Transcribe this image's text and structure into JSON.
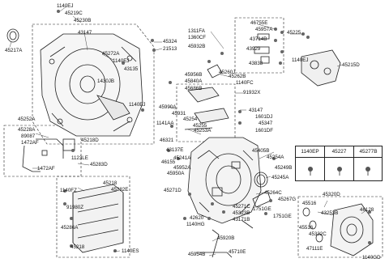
{
  "labels": [
    {
      "text": "1140EJ"
    },
    {
      "text": "45219C"
    },
    {
      "text": "45230B"
    },
    {
      "text": "45217A"
    },
    {
      "text": "43147"
    },
    {
      "text": "45272A"
    },
    {
      "text": "1140EJ"
    },
    {
      "text": "43135"
    },
    {
      "text": "1430JB"
    },
    {
      "text": "1140EJ"
    },
    {
      "text": "45324"
    },
    {
      "text": "21513"
    },
    {
      "text": "1311FA"
    },
    {
      "text": "1360CF"
    },
    {
      "text": "45932B"
    },
    {
      "text": "45956B"
    },
    {
      "text": "45840A"
    },
    {
      "text": "45686B"
    },
    {
      "text": "45260J"
    },
    {
      "text": "45262B"
    },
    {
      "text": "1140FC"
    },
    {
      "text": "91932X"
    },
    {
      "text": "46755E"
    },
    {
      "text": "45957A"
    },
    {
      "text": "43714B"
    },
    {
      "text": "43929"
    },
    {
      "text": "43838"
    },
    {
      "text": "45225"
    },
    {
      "text": "1140EJ"
    },
    {
      "text": "45215D"
    },
    {
      "text": "45990A"
    },
    {
      "text": "45931"
    },
    {
      "text": "45254"
    },
    {
      "text": "45255"
    },
    {
      "text": "43147"
    },
    {
      "text": "1601DJ"
    },
    {
      "text": "45347"
    },
    {
      "text": "1601DF"
    },
    {
      "text": "45253A"
    },
    {
      "text": "1141AA"
    },
    {
      "text": "46321"
    },
    {
      "text": "43137E"
    },
    {
      "text": "46155"
    },
    {
      "text": "45241A"
    },
    {
      "text": "45952A"
    },
    {
      "text": "45950A"
    },
    {
      "text": "45271D"
    },
    {
      "text": "45405B"
    },
    {
      "text": "45254A"
    },
    {
      "text": "45249B"
    },
    {
      "text": "45245A"
    },
    {
      "text": "45252A"
    },
    {
      "text": "45228A"
    },
    {
      "text": "89087"
    },
    {
      "text": "1472AF"
    },
    {
      "text": "45218D"
    },
    {
      "text": "1123LE"
    },
    {
      "text": "1472AF"
    },
    {
      "text": "45283D"
    },
    {
      "text": "1140FZ"
    },
    {
      "text": "45218"
    },
    {
      "text": "45282E"
    },
    {
      "text": "91980Z"
    },
    {
      "text": "45286A"
    },
    {
      "text": "45218"
    },
    {
      "text": "1140ES"
    },
    {
      "text": "45264C"
    },
    {
      "text": "45267G"
    },
    {
      "text": "1751GE"
    },
    {
      "text": "1751GE"
    },
    {
      "text": "45271C"
    },
    {
      "text": "45323B"
    },
    {
      "text": "43171B"
    },
    {
      "text": "42620"
    },
    {
      "text": "1140HG"
    },
    {
      "text": "45920B"
    },
    {
      "text": "45954B"
    },
    {
      "text": "45710E"
    },
    {
      "text": "45320D"
    },
    {
      "text": "45516"
    },
    {
      "text": "43253B"
    },
    {
      "text": "46128"
    },
    {
      "text": "45516"
    },
    {
      "text": "45332C"
    },
    {
      "text": "47111E"
    },
    {
      "text": "1140GD"
    }
  ],
  "legend": {
    "headers": [
      "1140EP",
      "45227",
      "45277B"
    ]
  }
}
